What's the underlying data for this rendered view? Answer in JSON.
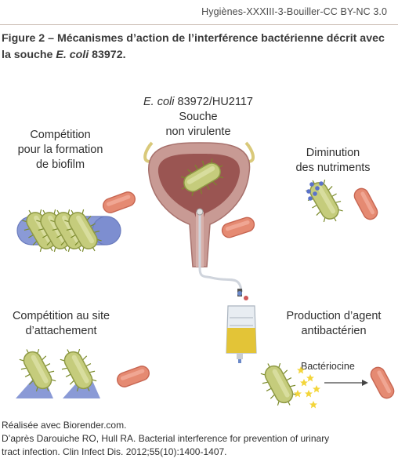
{
  "header": {
    "source": "Hygiènes-XXXIII-3-Bouiller-CC BY-NC 3.0"
  },
  "title": {
    "prefix": "Figure 2 – Mécanismes d’action de l’interférence bactérienne décrit avec la souche ",
    "organism": "E. coli",
    "suffix": " 83972."
  },
  "labels": {
    "strain_organism": "E. coli",
    "strain_code": " 83972/HU2117",
    "strain_line2": "Souche",
    "strain_line3": "non virulente",
    "biofilm_1": "Compétition",
    "biofilm_2": "pour la formation",
    "biofilm_3": "de biofilm",
    "nutrients_1": "Diminution",
    "nutrients_2": "des nutriments",
    "attachment_1": "Compétition au site",
    "attachment_2": "d’attachement",
    "agent_1": "Production d’agent",
    "agent_2": "antibactérien",
    "bacteriocin": "Bactériocine"
  },
  "credits": {
    "line1": "Réalisée avec Biorender.com.",
    "line2": "D’après Darouiche RO, Hull RA. Bacterial interference for prevention of urinary",
    "line3": "tract infection. Clin Infect Dis. 2012;55(10):1400-1407."
  },
  "colors": {
    "benign_bacterium": "#c5cc7c",
    "pathogen_bacterium": "#e58a72",
    "bladder_wall": "#c89a94",
    "bladder_lumen": "#9a5552",
    "surface_blue": "#8a9ad6",
    "urine": "#e3c437",
    "star": "#f3d53a",
    "nutrient_dot": "#5b72c9"
  },
  "icons": [
    "bladder-catheter-icon",
    "urine-bag-icon",
    "benign-bacterium-icon",
    "pathogen-bacterium-icon",
    "star-icon",
    "arrow-icon"
  ]
}
